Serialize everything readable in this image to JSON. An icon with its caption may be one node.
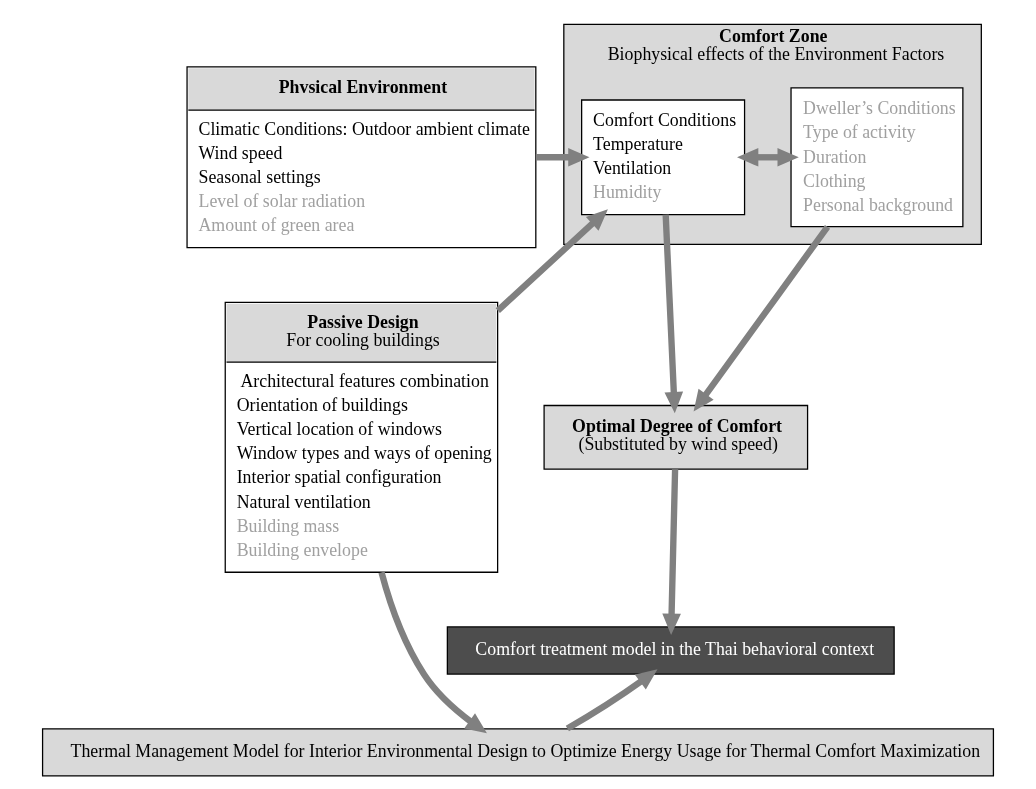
{
  "diagram": {
    "nodes": [
      {
        "text": [
          "Phvsical Environment",
          "Climatic Conditions: Outdoor ambient climate",
          "Wind speed",
          "Seasonal settings",
          "Level of solar radiation",
          "Amount of green area"
        ]
      },
      {
        "text": [
          "Comfort Zone",
          "Biophysical effects of the Environment Factors"
        ]
      },
      {
        "text": [
          "Comfort Conditions",
          "Temperature",
          "Ventilation",
          "Humidity"
        ],
        "in": 1
      },
      {
        "text": [
          "Dweller’s Conditions",
          "Type of activity",
          "Duration",
          "Clothing",
          "Personal background"
        ],
        "in": 1
      },
      {
        "text": [
          "Passive Design",
          "For cooling buildings",
          "Architectural features combination",
          "Orientation of buildings",
          "Vertical location of windows",
          "Window types and ways of opening",
          "Interior spatial configuration",
          "Natural ventilation",
          "Building mass",
          "Building envelope"
        ]
      },
      {
        "text": [
          "Optimal Degree of Comfort",
          "(Substituted by wind speed)"
        ]
      },
      {
        "text": [
          "Comfort treatment model in the Thai behavioral context"
        ]
      },
      {
        "text": [
          "Thermal Management Model for Interior Environmental Design to Optimize Energy Usage for Thermal Comfort Maximization"
        ]
      }
    ],
    "edges": [
      {
        "from": 0,
        "to": 2,
        "arrow": "to"
      },
      {
        "from": 4,
        "to": 2,
        "arrow": "to"
      },
      {
        "from": 2,
        "to": 3,
        "arrow": "both"
      },
      {
        "from": 2,
        "to": 5,
        "arrow": "to"
      },
      {
        "from": 3,
        "to": 5,
        "arrow": "to"
      },
      {
        "from": 5,
        "to": 6,
        "arrow": "to"
      },
      {
        "from": 4,
        "to": 7,
        "arrow": "to"
      },
      {
        "from": 7,
        "to": 6,
        "arrow": "to"
      }
    ]
  }
}
